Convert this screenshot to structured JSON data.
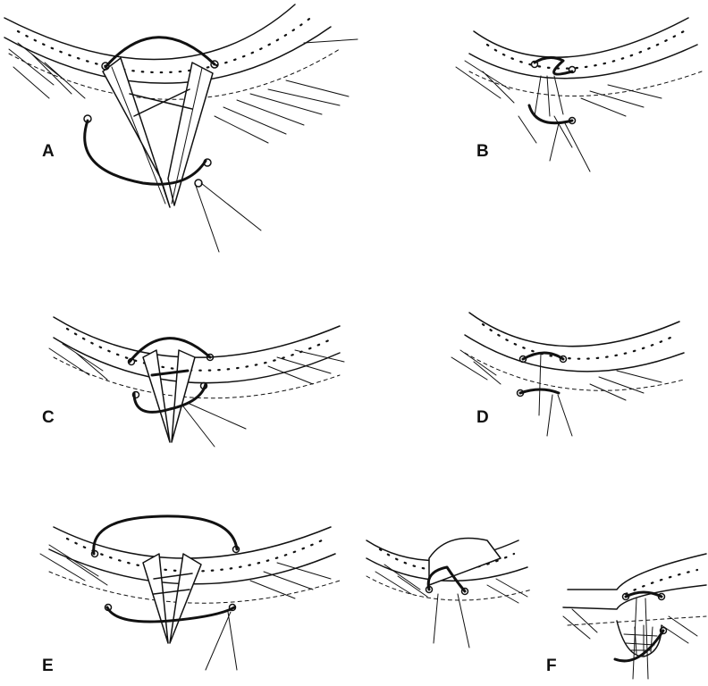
{
  "figure": {
    "panels": [
      {
        "id": "A",
        "label": "A"
      },
      {
        "id": "B",
        "label": "B"
      },
      {
        "id": "C",
        "label": "C"
      },
      {
        "id": "D",
        "label": "D"
      },
      {
        "id": "E",
        "label": "E"
      },
      {
        "id": "F",
        "label": "F"
      }
    ]
  },
  "colors": {
    "ink": "#111111",
    "background": "#ffffff"
  }
}
